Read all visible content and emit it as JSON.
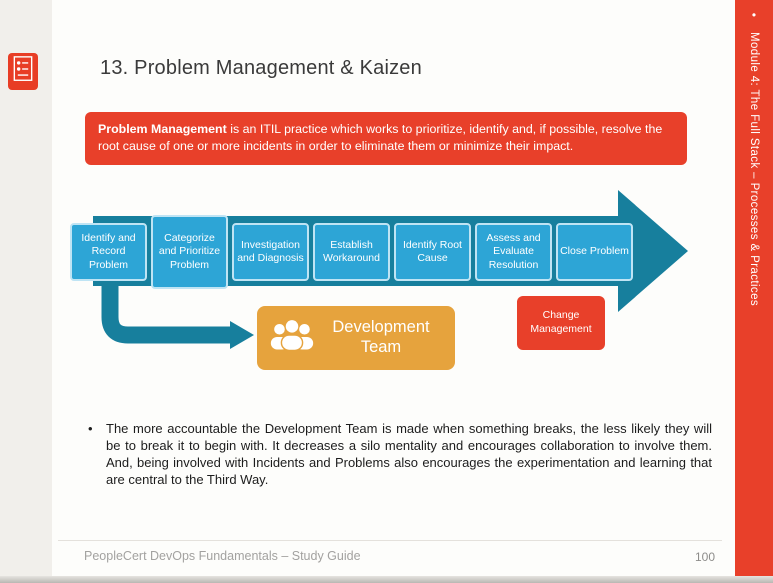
{
  "slide": {
    "title": "13. Problem Management & Kaizen",
    "banner": {
      "lead": "Problem Management",
      "rest": " is an ITIL practice which works to prioritize, identify and, if possible, resolve the root cause of one or more incidents in order to eliminate them or minimize their impact."
    },
    "process": {
      "steps": [
        "Identify and Record Problem",
        "Categorize and Prioritize Problem",
        "Investigation and Diagnosis",
        "Establish Workaround",
        "Identify Root Cause",
        "Assess and Evaluate Resolution",
        "Close Problem"
      ],
      "development_team": "Development Team",
      "change_management": "Change Management"
    },
    "note_bullet_glyph": "•",
    "note": "The more accountable the Development Team is made when something breaks, the less likely they will be to break it to begin with. It decreases a silo mentality and encourages collaboration to involve them. And, being involved with Incidents and Problems also encourages the experimentation and learning that are central to the Third Way.",
    "footer": {
      "left": "PeopleCert DevOps Fundamentals – Study Guide",
      "page_number": "100"
    }
  },
  "sidebar": {
    "bullet": "•",
    "label": "Module 4: The Full Stack – Processes & Practices"
  },
  "colors": {
    "accent_red": "#e8402a",
    "arrow_teal": "#177f9d",
    "step_blue": "#2da5d6",
    "team_orange": "#e6a33d"
  }
}
